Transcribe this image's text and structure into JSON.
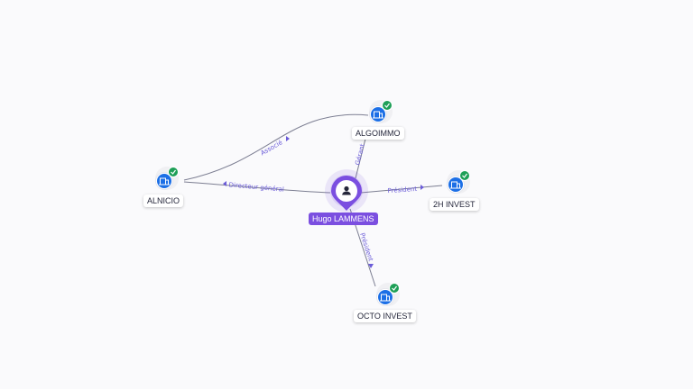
{
  "center": {
    "label": "Hugo LAMMENS",
    "icon": "person-icon"
  },
  "companies": [
    {
      "id": "algoimmo",
      "label": "ALGOIMMO",
      "icon": "building-icon",
      "badge": "check-badge-icon"
    },
    {
      "id": "alnicio",
      "label": "ALNICIO",
      "icon": "building-icon",
      "badge": "check-badge-icon"
    },
    {
      "id": "2h-invest",
      "label": "2H INVEST",
      "icon": "building-icon",
      "badge": "check-badge-icon"
    },
    {
      "id": "octo-invest",
      "label": "OCTO INVEST",
      "icon": "building-icon",
      "badge": "check-badge-icon"
    }
  ],
  "edges": [
    {
      "label": "Associé"
    },
    {
      "label": "Directeur général"
    },
    {
      "label": "Gérant"
    },
    {
      "label": "Président"
    },
    {
      "label": "Président"
    }
  ],
  "colors": {
    "accent": "#7b4fe0",
    "company_icon": "#1c6fe6",
    "badge": "#1e9f57",
    "edge": "#7c7e92",
    "edge_label": "#6b5cd8"
  }
}
